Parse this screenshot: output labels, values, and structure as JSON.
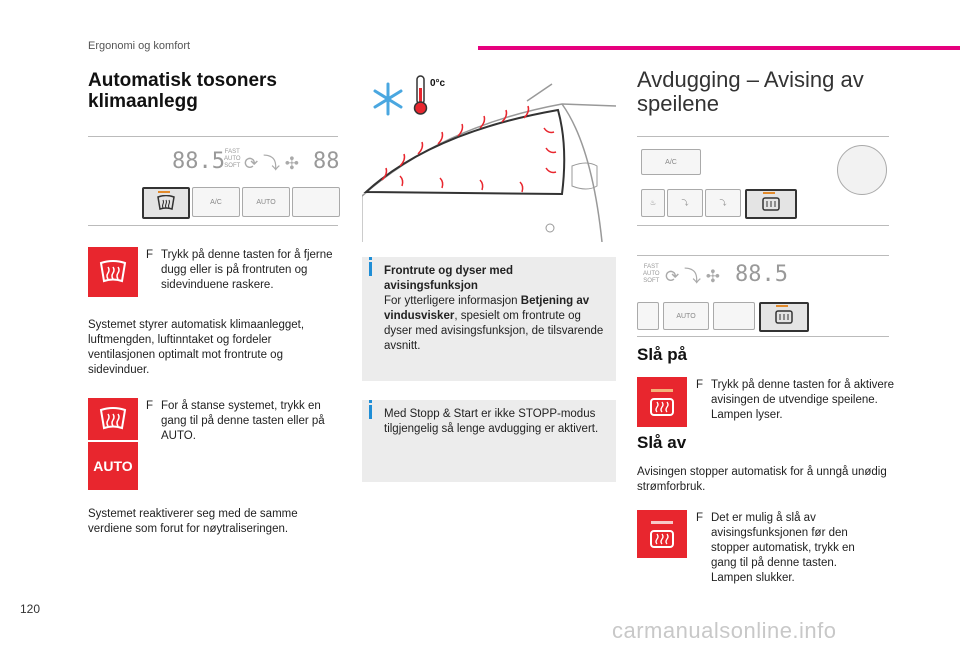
{
  "header": {
    "section": "Ergonomi og komfort",
    "page_number": "120",
    "watermark": "carmanualsonline.info"
  },
  "colors": {
    "accent": "#e6007e",
    "icon_red": "#e8262e",
    "info_blue": "#1f8ed6"
  },
  "col1": {
    "title_line1": "Automatisk tosoners",
    "title_line2": "klimaanlegg",
    "panel": {
      "lcd_left": "88.5",
      "lcd_right": "88",
      "fast_label": "FAST",
      "auto_label": "AUTO",
      "soft_label": "SOFT",
      "ac_label": "A/C",
      "auto_button": "AUTO"
    },
    "bullet1": "Trykk på denne tasten for å fjerne dugg eller is på frontruten og sidevinduene raskere.",
    "para1": "Systemet styrer automatisk klimaanlegget, luftmengden, luftinntaket og fordeler ventilasjonen optimalt mot frontrute og sidevinduer.",
    "bullet2": "For å stanse systemet, trykk en gang til på denne tasten eller på AUTO.",
    "auto_icon_label": "AUTO",
    "para2": "Systemet reaktiverer seg med de samme verdiene som forut for nøytraliseringen.",
    "bullet_mark": "F"
  },
  "col2": {
    "temp_label": "0°c",
    "info1": {
      "title": "Frontrute og dyser med avisingsfunksjon",
      "text_pre": "For ytterligere informasjon ",
      "text_bold": "Betjening av vindusvisker",
      "text_post": ", spesielt om frontrute og dyser med avisingsfunksjon, de tilsvarende avsnitt."
    },
    "info2": "Med Stopp & Start er ikke STOPP-modus tilgjengelig så lenge avdugging er aktivert."
  },
  "col3": {
    "title_line1": "Avdugging – Avising av",
    "title_line2": "speilene",
    "panel1": {
      "ac_label": "A/C"
    },
    "panel2": {
      "lcd": "88.5",
      "fast_label": "FAST",
      "auto_label": "AUTO",
      "soft_label": "SOFT",
      "auto_button": "AUTO"
    },
    "sla_pa": "Slå på",
    "bullet_on": "Trykk på denne tasten for å aktivere avisingen de utvendige speilene. Lampen lyser.",
    "sla_av": "Slå av",
    "para_off": "Avisingen stopper automatisk for å unngå unødig strømforbruk.",
    "bullet_off": "Det er mulig å slå av avisingsfunksjonen før den stopper automatisk, trykk en gang til på denne tasten. Lampen slukker."
  }
}
